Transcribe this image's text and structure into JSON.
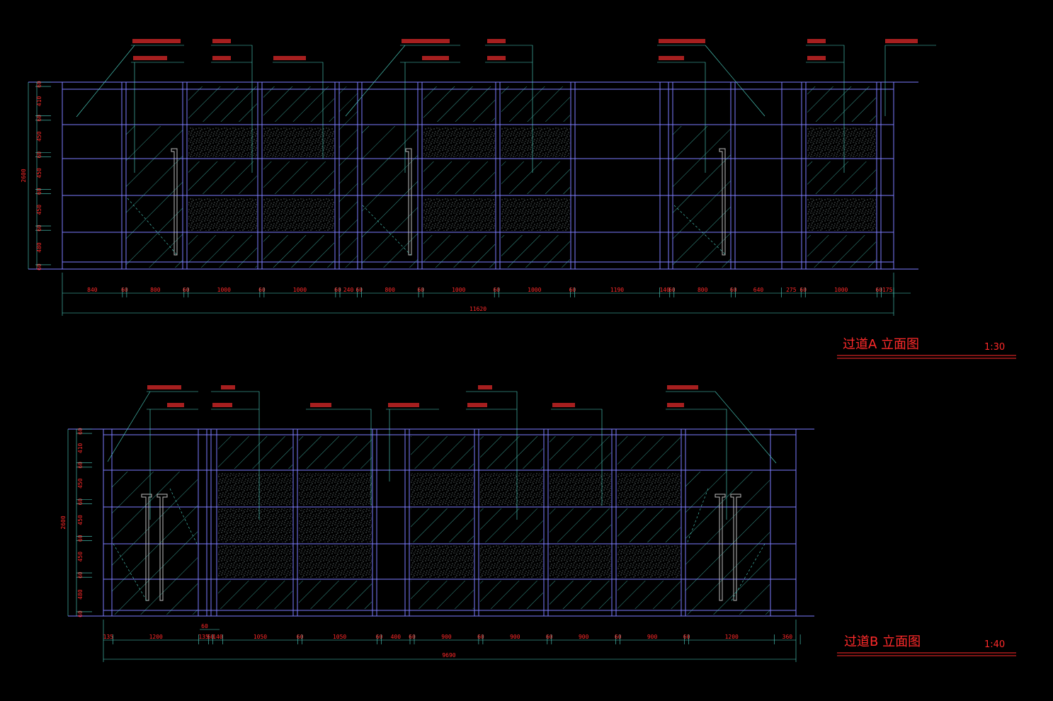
{
  "elevation_a": {
    "title": "过道A 立面图",
    "scale": "1:30",
    "total": "11620",
    "height": "2600",
    "heights": [
      "60",
      "480",
      "60",
      "450",
      "60",
      "450",
      "60",
      "450",
      "60",
      "410",
      "60"
    ],
    "widths": [
      "840",
      "60",
      "800",
      "60",
      "1000",
      "60",
      "1000",
      "60",
      "240",
      "60",
      "800",
      "60",
      "1000",
      "60",
      "1000",
      "60",
      "1190",
      "140",
      "60",
      "800",
      "60",
      "640",
      "275",
      "60",
      "1000",
      "60",
      "175"
    ]
  },
  "elevation_b": {
    "title": "过道B 立面图",
    "scale": "1:40",
    "total": "9690",
    "height": "2600",
    "heights": [
      "60",
      "480",
      "60",
      "450",
      "60",
      "450",
      "60",
      "450",
      "60",
      "410",
      "60"
    ],
    "widths": [
      "135",
      "1200",
      "135",
      "60",
      "140",
      "1050",
      "60",
      "1050",
      "60",
      "400",
      "60",
      "900",
      "60",
      "900",
      "60",
      "900",
      "60",
      "900",
      "60",
      "1200",
      "360"
    ],
    "extra": "60"
  }
}
